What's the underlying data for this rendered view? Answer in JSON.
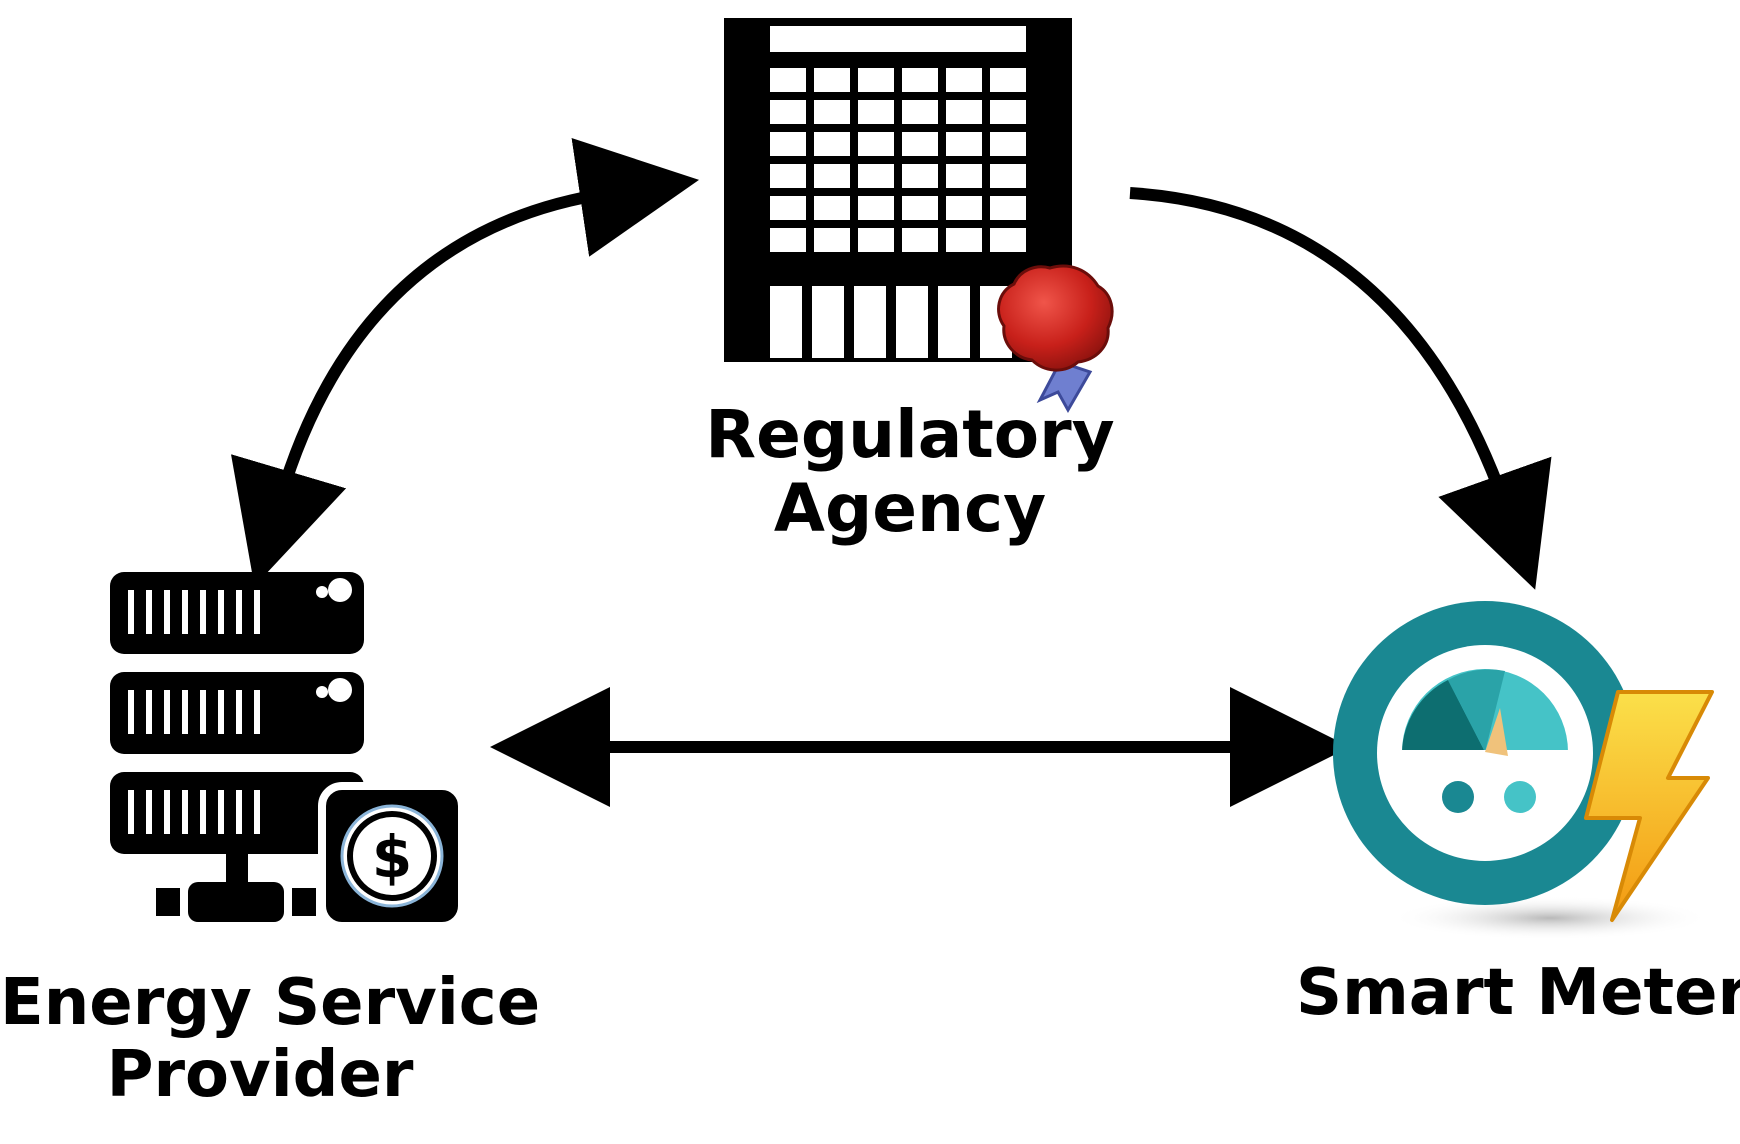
{
  "nodes": {
    "regulatory_agency": {
      "label_line1": "Regulatory",
      "label_line2": "Agency",
      "icon": "government-building-with-seal-icon"
    },
    "energy_service_provider": {
      "label_line1": "Energy Service",
      "label_line2": "Provider",
      "icon": "server-rack-with-dollar-icon"
    },
    "smart_meter": {
      "label": "Smart Meter",
      "icon": "gauge-with-lightning-icon"
    }
  },
  "edges": [
    {
      "from": "regulatory_agency",
      "to": "energy_service_provider",
      "direction": "bidirectional"
    },
    {
      "from": "regulatory_agency",
      "to": "smart_meter",
      "direction": "one-way"
    },
    {
      "from": "energy_service_provider",
      "to": "smart_meter",
      "direction": "bidirectional"
    }
  ],
  "colors": {
    "arrow": "#000000",
    "icon_dark": "#000000",
    "seal_red": "#c8201a",
    "ribbon_blue": "#6f7fd0",
    "meter_teal": "#1a8892",
    "meter_light_teal": "#45c3c7",
    "meter_dark_teal": "#0d6e70",
    "bolt_yellow": "#f6c21d",
    "bolt_orange": "#f39a12"
  }
}
